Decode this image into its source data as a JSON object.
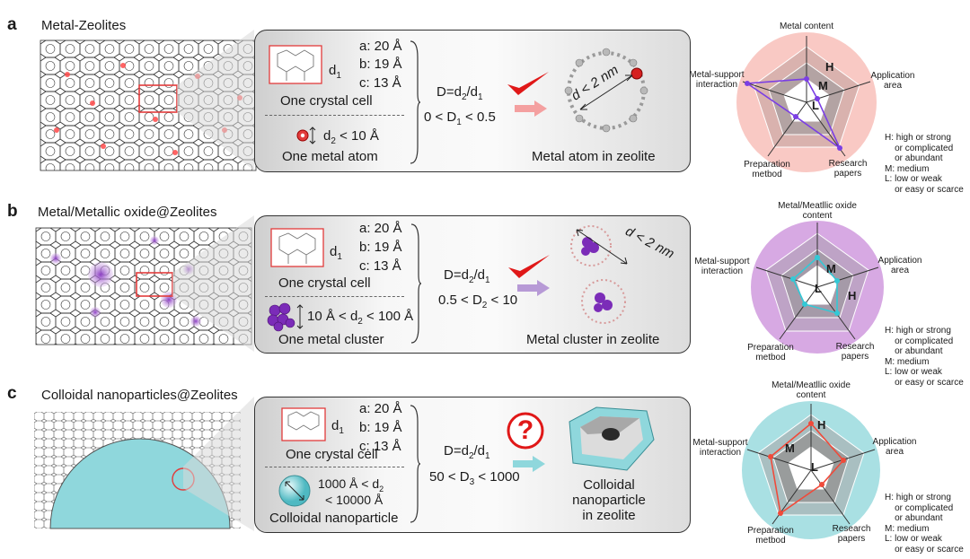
{
  "panels": [
    {
      "label": "a",
      "title": "Metal-Zeolites",
      "d1_symbol": "d",
      "d1_sub": "1",
      "cell_a": "a: 20 Å",
      "cell_b": "b: 19 Å",
      "cell_c": "c: 13 Å",
      "cell_caption": "One crystal cell",
      "size_text": "d",
      "size_sub": "2",
      "size_rest": " < 10 Å",
      "object_caption": "One metal atom",
      "ratio": "D=d",
      "ratio_sub2": "2",
      "ratio_mid": "/d",
      "ratio_sub1": "1",
      "range_left": "0 < D",
      "range_sub": "1",
      "range_right": " < 0.5",
      "pore_label": "d < 2 nm",
      "result_caption": "Metal atom in zeolite",
      "radar_labels": {
        "top": "Metal content",
        "right": "Application\narea",
        "left": "Metal-support\ninteraction",
        "bottom_right": "Research\npapers",
        "bottom_left": "Preparation\nmetbod"
      },
      "levels": [
        "H",
        "M",
        "L"
      ],
      "legend": "H: high or strong\n    or complicated\n    or abundant\nM: medium\nL: low or weak\n    or easy or scarce",
      "colors": {
        "bg": "#f9c9c4",
        "line": "#7b3fe4",
        "dot": "#7b3fe4"
      }
    },
    {
      "label": "b",
      "title": "Metal/Metallic oxide@Zeolites",
      "d1_symbol": "d",
      "d1_sub": "1",
      "cell_a": "a: 20 Å",
      "cell_b": "b: 19 Å",
      "cell_c": "c: 13 Å",
      "cell_caption": "One crystal cell",
      "size_pre": "10 Å < d",
      "size_sub": "2",
      "size_rest": " < 100 Å",
      "object_caption": "One metal cluster",
      "ratio": "D=d",
      "ratio_sub2": "2",
      "ratio_mid": "/d",
      "ratio_sub1": "1",
      "range_left": "0.5 < D",
      "range_sub": "2",
      "range_right": " < 10",
      "pore_label": "d < 2 nm",
      "result_caption": "Metal cluster in zeolite",
      "radar_labels": {
        "top": "Metal/Meatllic oxide\ncontent",
        "right": "Application\narea",
        "left": "Metal-support\ninteraction",
        "bottom_right": "Research\npapers",
        "bottom_left": "Preparation\nmetbod"
      },
      "levels": [
        "H",
        "M",
        "L"
      ],
      "legend": "H: high or strong\n    or complicated\n    or abundant\nM: medium\nL: low or weak\n    or easy or scarce",
      "colors": {
        "bg": "#d7a9e3",
        "line": "#33c9d6",
        "dot": "#33c9d6"
      }
    },
    {
      "label": "c",
      "title": "Colloidal nanoparticles@Zeolites",
      "d1_symbol": "d",
      "d1_sub": "1",
      "cell_a": "a: 20 Å",
      "cell_b": "b: 19 Å",
      "cell_c": "c: 13 Å",
      "cell_caption": "One crystal cell",
      "size_pre": "1000 Å < d",
      "size_sub": "2",
      "size_rest2": "< 10000 Å",
      "object_caption": "Colloidal nanoparticle",
      "ratio": "D=d",
      "ratio_sub2": "2",
      "ratio_mid": "/d",
      "ratio_sub1": "1",
      "range_left": "50 < D",
      "range_sub": "3",
      "range_right": " < 1000",
      "question": "?",
      "result_caption": "Colloidal\nnanoparticle\nin zeolite",
      "radar_labels": {
        "top": "Metal/Meatllic oxide\ncontent",
        "right": "Application\narea",
        "left": "Metal-support\ninteraction",
        "bottom_right": "Research\npapers",
        "bottom_left": "Preparation\nmetbod"
      },
      "levels": [
        "H",
        "M",
        "L"
      ],
      "legend": "H: high or strong\n    or complicated\n    or abundant\nM: medium\nL: low or weak\n    or easy or scarce",
      "colors": {
        "bg": "#a9e0e3",
        "line": "#f04a3a",
        "dot": "#f04a3a"
      }
    }
  ],
  "palette": {
    "box_border": "#333333",
    "cell_red": "#e23b3b",
    "check": "#e01818",
    "metal_purple": "#8a3cc2",
    "nanoparticle": "#8fd7dc"
  }
}
